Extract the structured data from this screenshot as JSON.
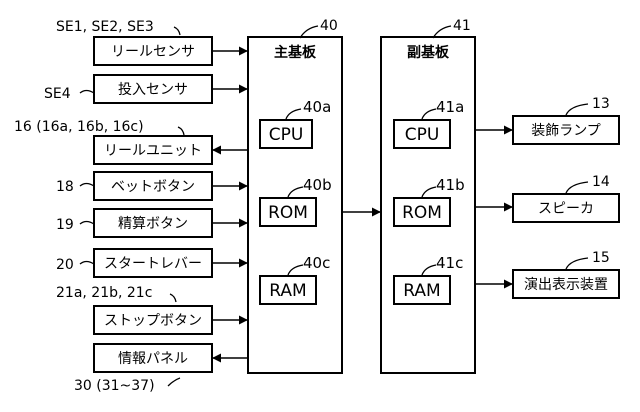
{
  "devices_left": {
    "reel_sensor": {
      "label": "リールセンサ",
      "ref": "SE1, SE2, SE3"
    },
    "insert_sensor": {
      "label": "投入センサ",
      "ref": "SE4"
    },
    "reel_unit": {
      "label": "リールユニット",
      "ref": "16 (16a, 16b, 16c)"
    },
    "bet_button": {
      "label": "ベットボタン",
      "ref": "18"
    },
    "settle_button": {
      "label": "精算ボタン",
      "ref": "19"
    },
    "start_lever": {
      "label": "スタートレバー",
      "ref": "20"
    },
    "stop_button": {
      "label": "ストップボタン",
      "ref": "21a, 21b, 21c"
    },
    "info_panel": {
      "label": "情報パネル",
      "ref": "30 (31~37)"
    }
  },
  "main_board": {
    "title": "主基板",
    "ref": "40",
    "cpu": {
      "label": "CPU",
      "ref": "40a"
    },
    "rom": {
      "label": "ROM",
      "ref": "40b"
    },
    "ram": {
      "label": "RAM",
      "ref": "40c"
    }
  },
  "sub_board": {
    "title": "副基板",
    "ref": "41",
    "cpu": {
      "label": "CPU",
      "ref": "41a"
    },
    "rom": {
      "label": "ROM",
      "ref": "41b"
    },
    "ram": {
      "label": "RAM",
      "ref": "41c"
    }
  },
  "devices_right": {
    "deco_lamp": {
      "label": "装飾ランプ",
      "ref": "13"
    },
    "speaker": {
      "label": "スピーカ",
      "ref": "14"
    },
    "effect_display": {
      "label": "演出表示装置",
      "ref": "15"
    }
  }
}
